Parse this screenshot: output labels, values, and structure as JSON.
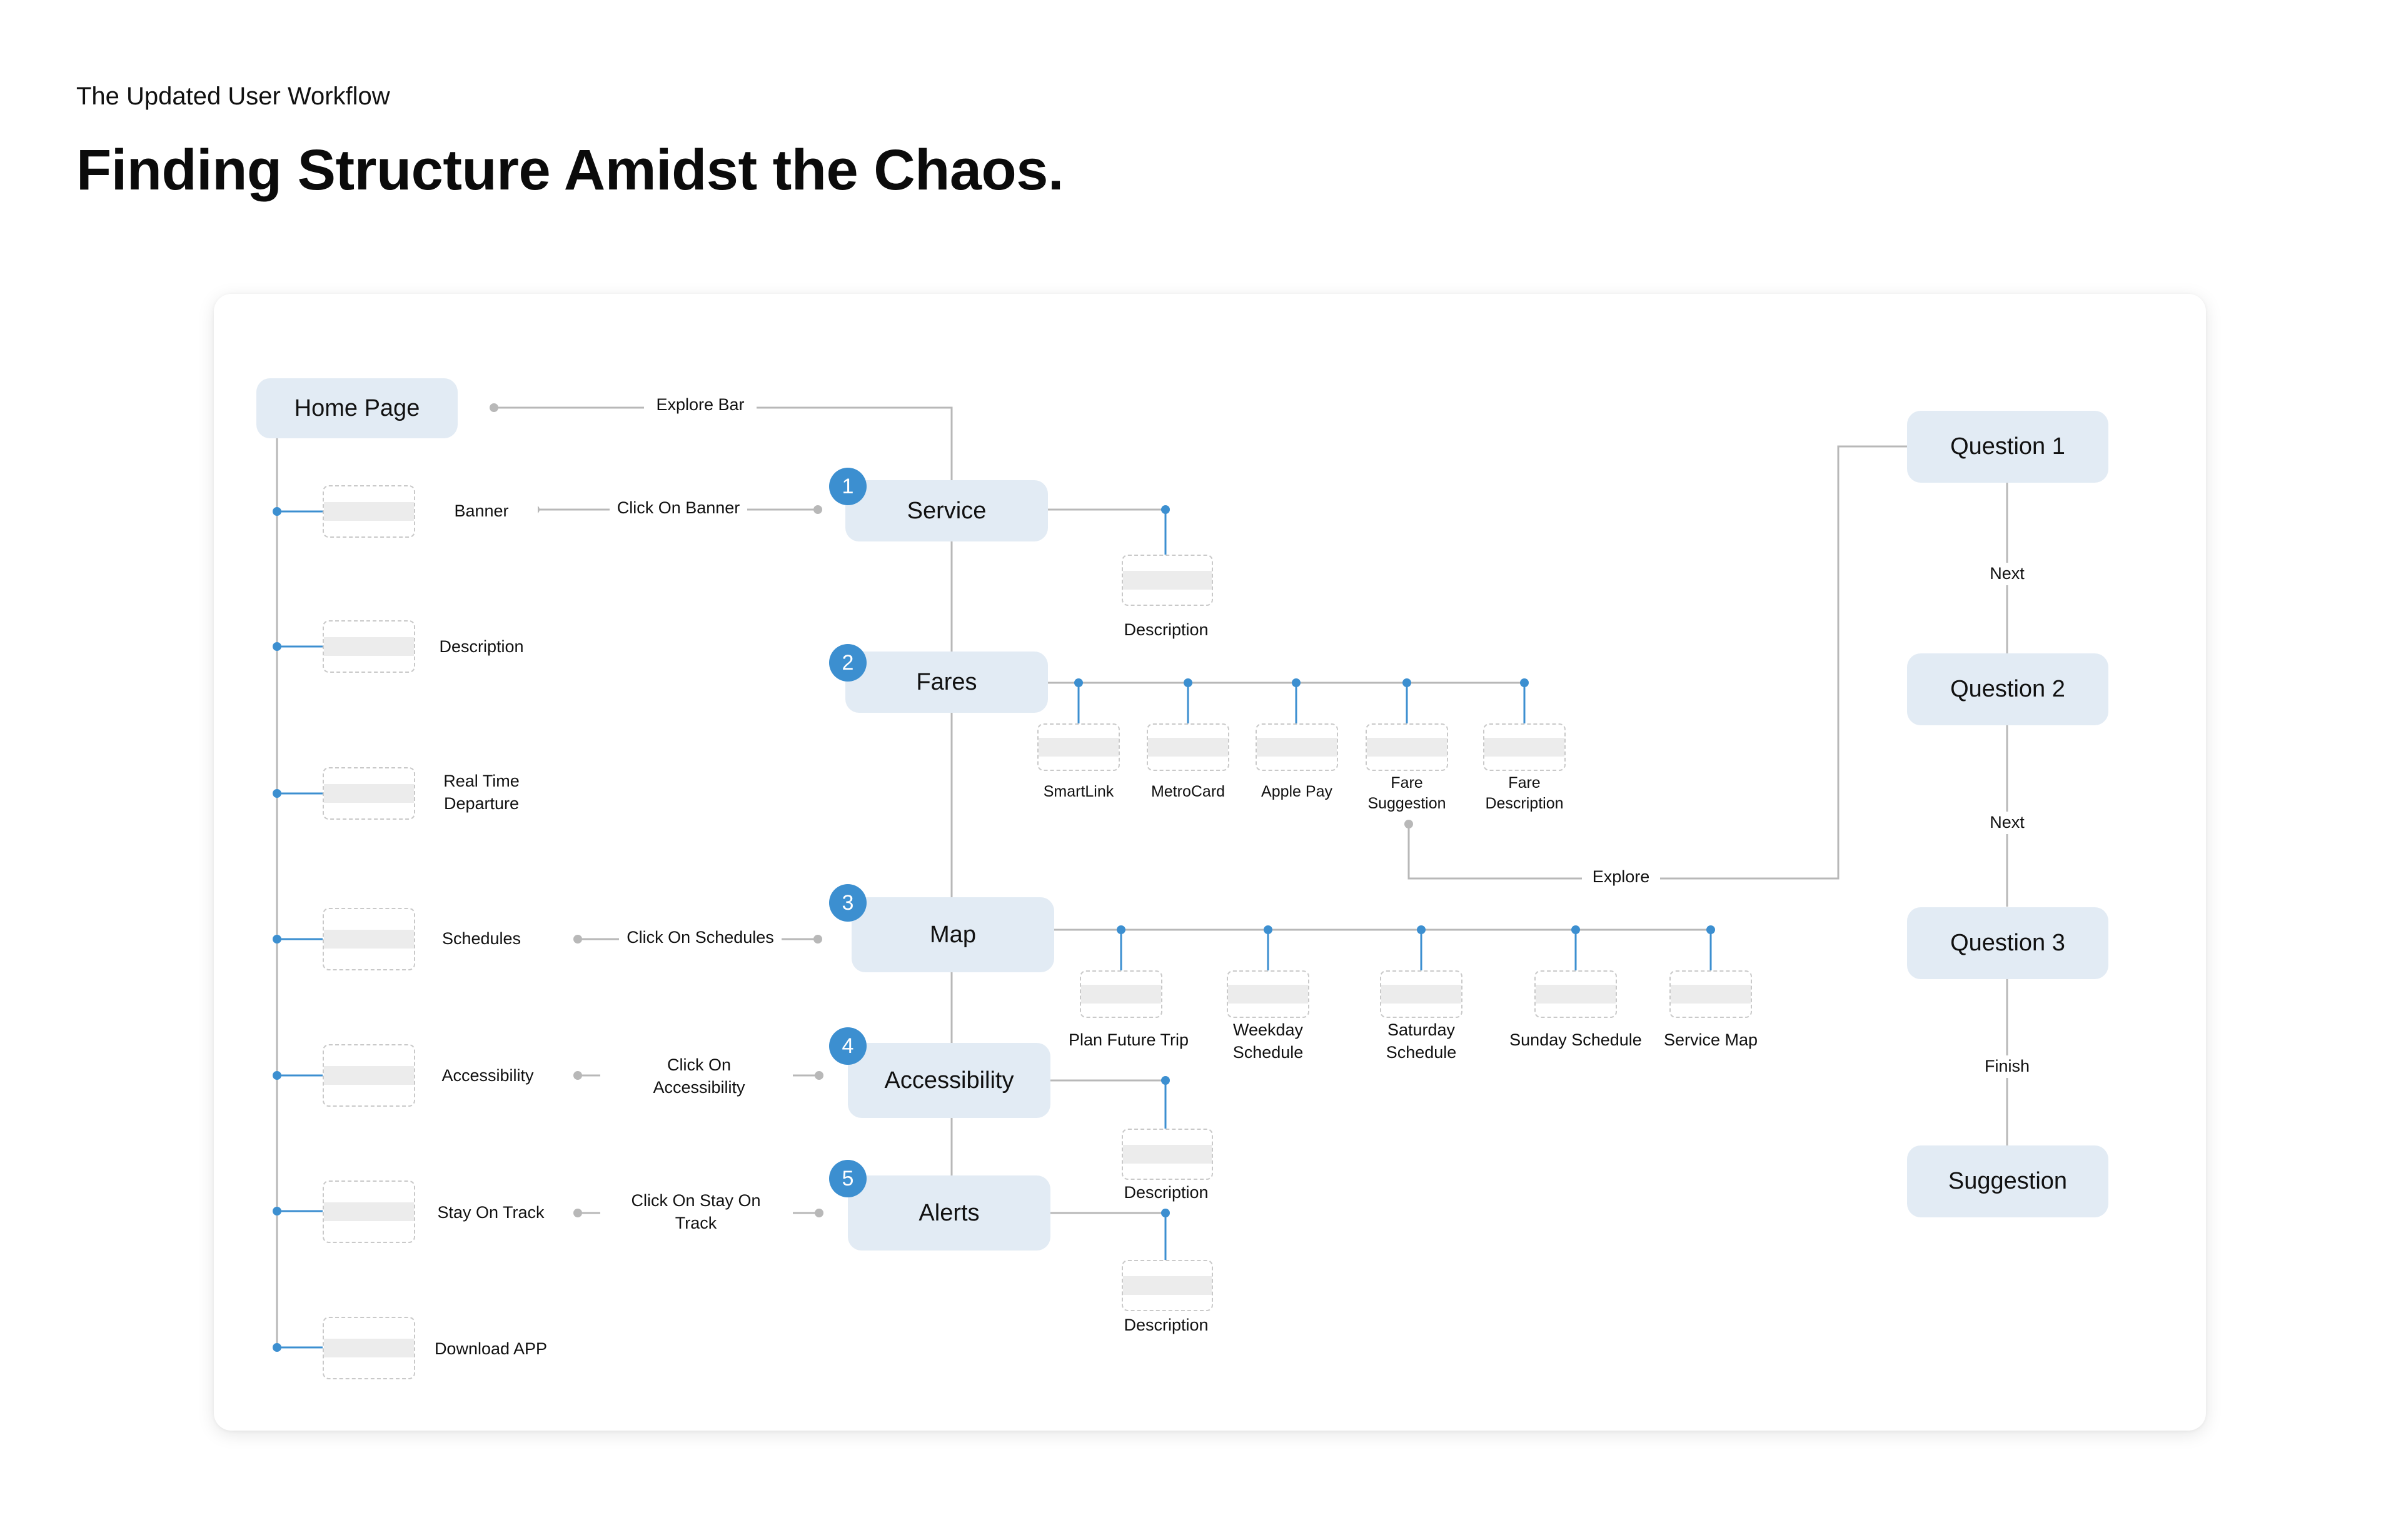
{
  "header": {
    "subtitle": "The Updated User Workflow",
    "title": "Finding Structure Amidst the Chaos."
  },
  "colors": {
    "accent": "#3c8fd0",
    "node_fill": "#e2ebf4",
    "line_gray": "#b8b8b8"
  },
  "diagram": {
    "home": "Home Page",
    "home_items": [
      "Banner",
      "Description",
      "Real Time Departure",
      "Schedules",
      "Accessibility",
      "Stay On Track",
      "Download APP"
    ],
    "edges": {
      "explore_bar": "Explore Bar",
      "click_banner": "Click On Banner",
      "click_schedules": "Click On Schedules",
      "click_accessibility": "Click On Accessibility",
      "click_stay_on_track": "Click On Stay On Track",
      "explore": "Explore"
    },
    "sections": [
      {
        "num": "1",
        "label": "Service"
      },
      {
        "num": "2",
        "label": "Fares"
      },
      {
        "num": "3",
        "label": "Map"
      },
      {
        "num": "4",
        "label": "Accessibility"
      },
      {
        "num": "5",
        "label": "Alerts"
      }
    ],
    "service_children": [
      "Description"
    ],
    "fares_children": [
      "SmartLink",
      "MetroCard",
      "Apple Pay",
      "Fare Suggestion",
      "Fare Description"
    ],
    "map_children": [
      "Plan Future Trip",
      "Weekday Schedule",
      "Saturday Schedule",
      "Sunday Schedule",
      "Service Map"
    ],
    "accessibility_children": [
      "Description"
    ],
    "alerts_children": [
      "Description"
    ],
    "questions": [
      "Question 1",
      "Question 2",
      "Question 3",
      "Suggestion"
    ],
    "question_edges": [
      "Next",
      "Next",
      "Finish"
    ]
  }
}
